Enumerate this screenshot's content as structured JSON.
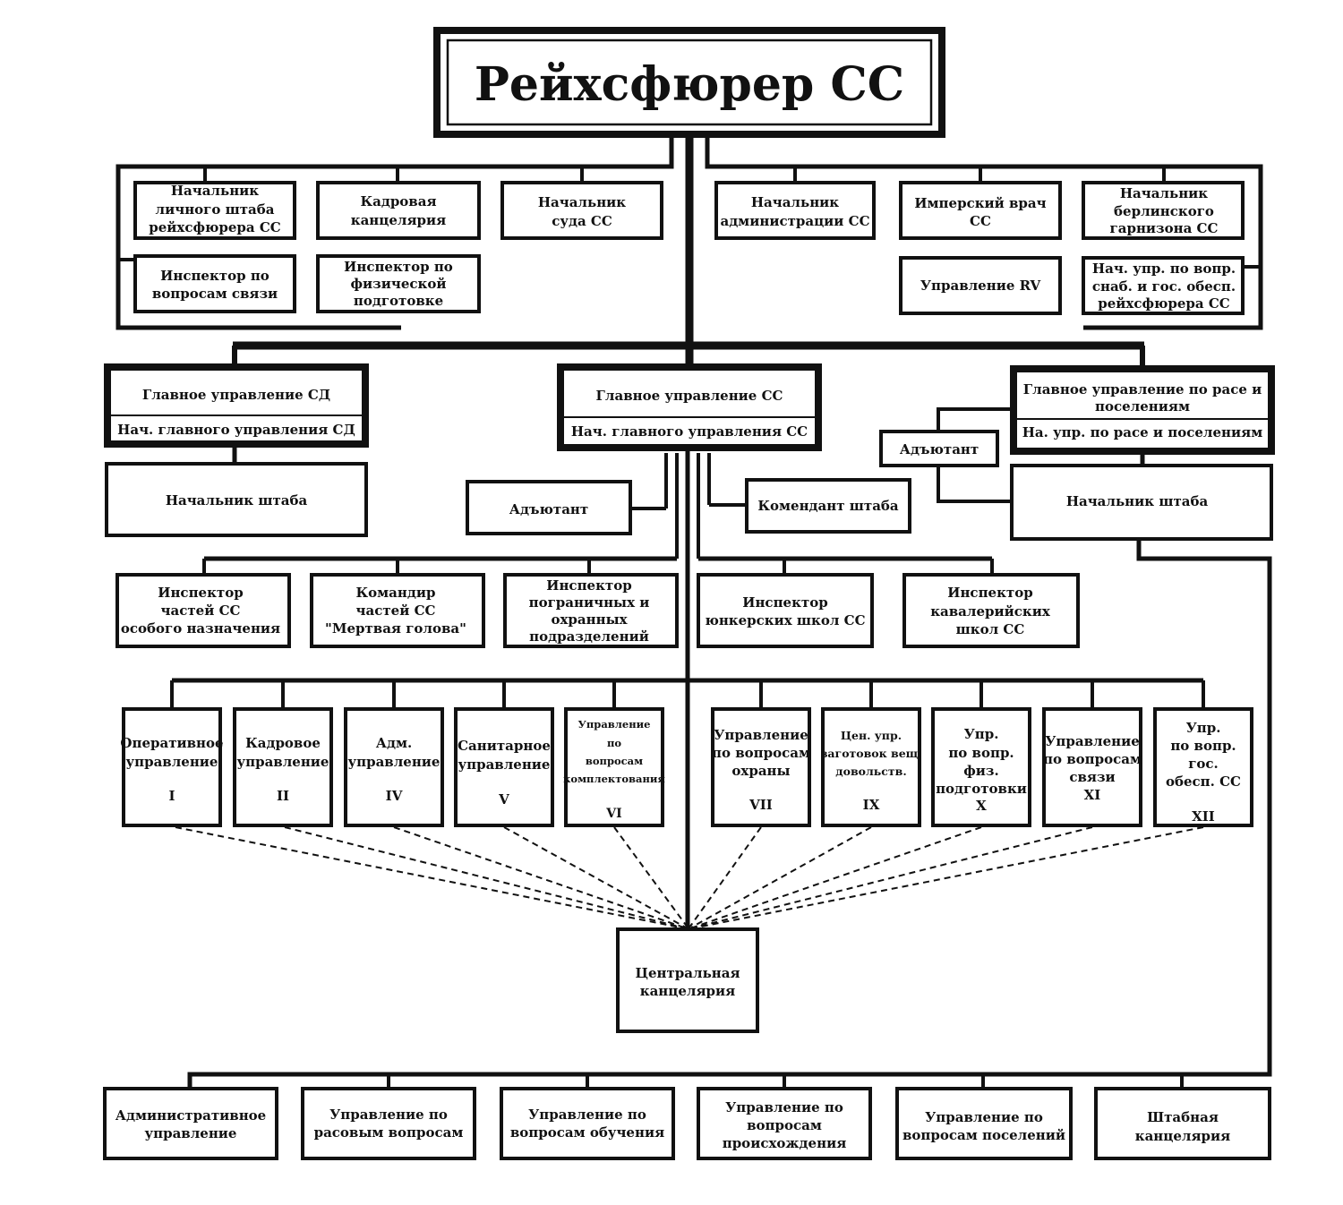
{
  "title": "Рейхсфюрер СС",
  "top_left": {
    "b1": [
      "Начальник",
      "личного штаба",
      "рейхсфюрера СС"
    ],
    "b2": [
      "Кадровая",
      "канцелярия"
    ],
    "b3": [
      "Начальник",
      "суда СС"
    ],
    "b4": [
      "Инспектор по",
      "вопросам связи"
    ],
    "b5": [
      "Инспектор по",
      "физической",
      "подготовке"
    ]
  },
  "top_right": {
    "b1": [
      "Начальник",
      "администрации СС"
    ],
    "b2": [
      "Имперский врач",
      "СС"
    ],
    "b3": [
      "Начальник",
      "берлинского",
      "гарнизона СС"
    ],
    "b4": [
      "Управление RV"
    ],
    "b5": [
      "Нач. упр. по вопр.",
      "снаб. и гос. обесп.",
      "рейхсфюрера СС"
    ]
  },
  "main_offices": {
    "sd": {
      "title": "Главное управление СД",
      "head": "Нач. главного управления СД"
    },
    "ss": {
      "title": "Главное управление СС",
      "head": "Нач. главного управления СС"
    },
    "rasse": {
      "title": [
        "Главное управление по расе и",
        "поселениям"
      ],
      "head": "На. упр. по расе и поселениям"
    }
  },
  "staff": {
    "sd_chief_of_staff": "Начальник штаба",
    "rasse_chief_of_staff": "Начальник штаба",
    "adjutant_ss": "Адъютант",
    "adjutant_rasse": "Адъютант",
    "commandant": "Комендант штаба"
  },
  "inspectors": [
    [
      "Инспектор",
      "частей СС",
      "особого назначения"
    ],
    [
      "Командир",
      "частей СС",
      "\"Мертвая голова\""
    ],
    [
      "Инспектор",
      "пограничных и",
      "охранных",
      "подразделений"
    ],
    [
      "Инспектор",
      "юнкерских школ СС"
    ],
    [
      "Инспектор",
      "кавалерийских",
      "школ СС"
    ]
  ],
  "departments": [
    {
      "lines": [
        "Оперативное",
        "управление"
      ],
      "num": "I"
    },
    {
      "lines": [
        "Кадровое",
        "управление"
      ],
      "num": "II"
    },
    {
      "lines": [
        "Адм.",
        "управление"
      ],
      "num": "IV"
    },
    {
      "lines": [
        "Санитарное",
        "управление"
      ],
      "num": "V"
    },
    {
      "lines": [
        "Управление",
        "по",
        "вопросам",
        "комплектования"
      ],
      "num": "VI"
    },
    {
      "lines": [
        "Управление",
        "по вопросам",
        "охраны"
      ],
      "num": "VII"
    },
    {
      "lines": [
        "Цен. упр.",
        "заготовок вещ.",
        "довольств."
      ],
      "num": "IX"
    },
    {
      "lines": [
        "Упр.",
        "по вопр.",
        "физ.",
        "подготовки"
      ],
      "num": "X"
    },
    {
      "lines": [
        "Управление",
        "по вопросам",
        "связи"
      ],
      "num": "XI"
    },
    {
      "lines": [
        "Упр.",
        "по вопр.",
        "гос.",
        "обесп. СС"
      ],
      "num": "XII"
    }
  ],
  "central": [
    "Центральная",
    "канцелярия"
  ],
  "rasse_departments": [
    [
      "Административное",
      "управление"
    ],
    [
      "Управление по",
      "расовым вопросам"
    ],
    [
      "Управление по",
      "вопросам обучения"
    ],
    [
      "Управление по",
      "вопросам",
      "происхождения"
    ],
    [
      "Управление по",
      "вопросам поселений"
    ],
    [
      "Штабная",
      "канцелярия"
    ]
  ]
}
